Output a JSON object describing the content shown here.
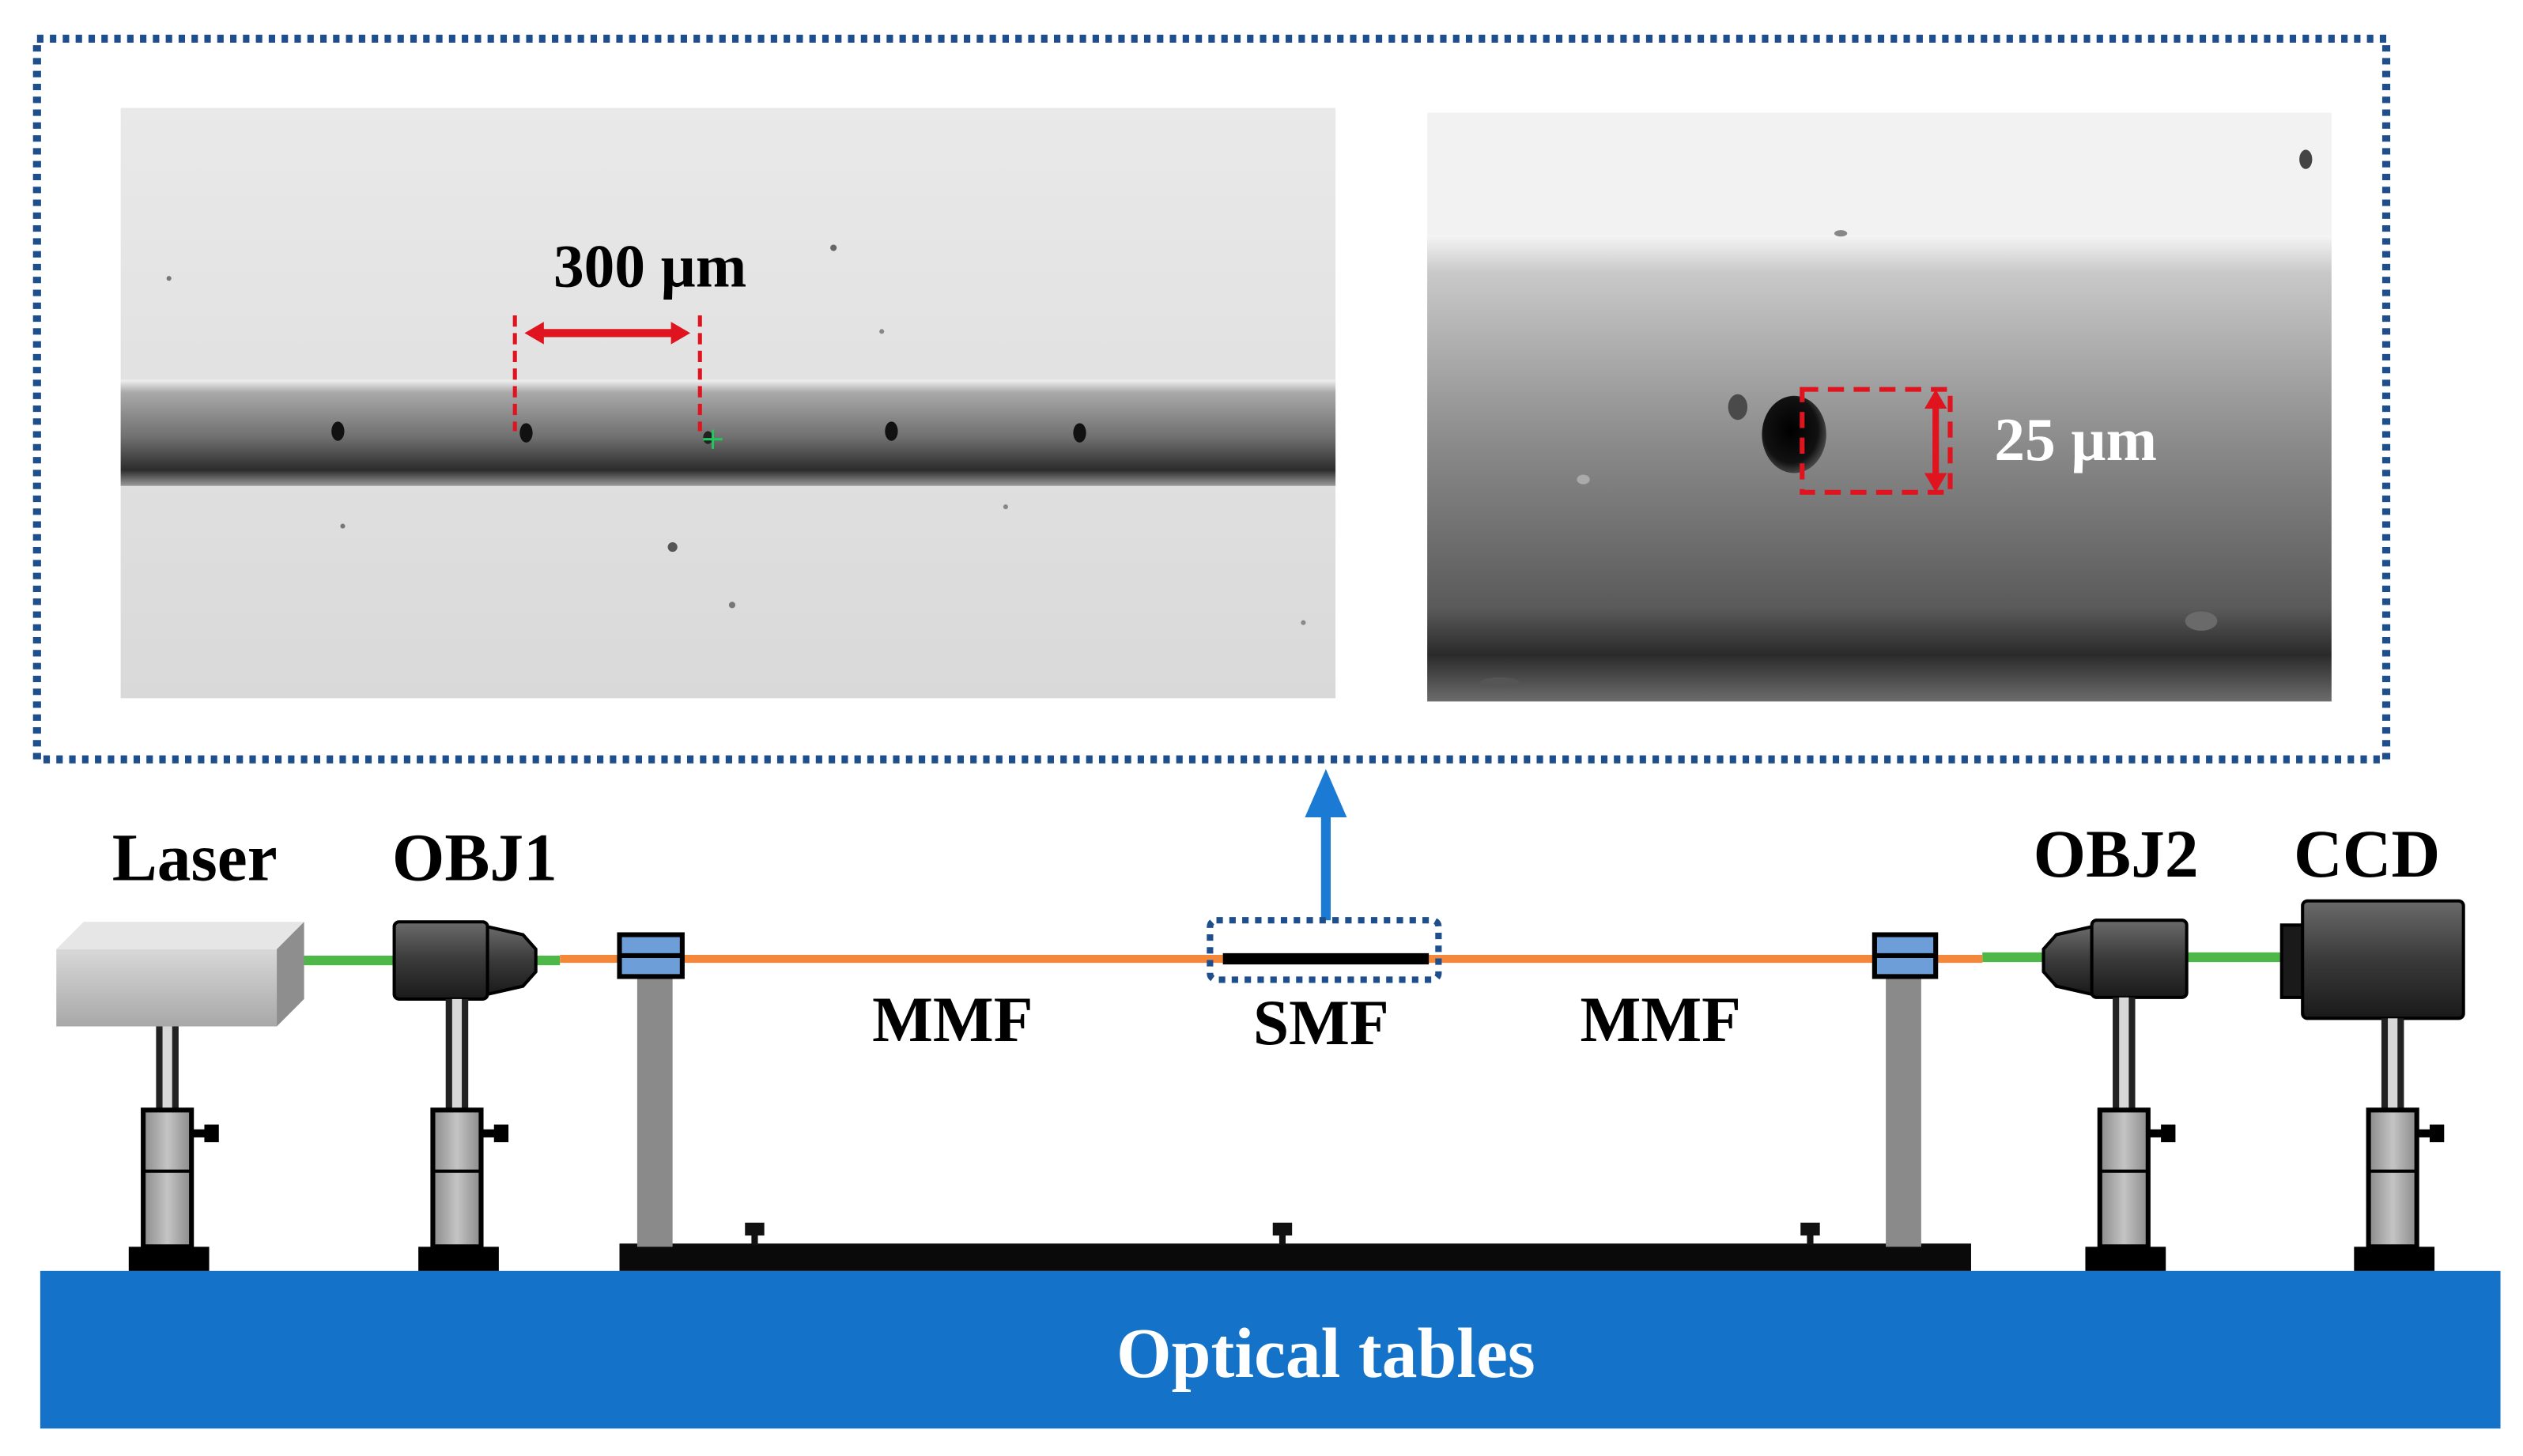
{
  "labels": {
    "laser": "Laser",
    "obj1": "OBJ1",
    "obj2": "OBJ2",
    "ccd": "CCD",
    "mmf_left": "MMF",
    "smf": "SMF",
    "mmf_right": "MMF",
    "table": "Optical tables"
  },
  "sem_images": {
    "left": {
      "scale_label": "300 µm"
    },
    "right": {
      "scale_label": "25 µm"
    }
  },
  "colors": {
    "inset_border": "#1f4e8c",
    "table_fill": "#1473c8",
    "arrow": "#1a7ad4",
    "mmf_fiber": "#f4883a",
    "free_beam": "#4db848",
    "smf_fiber": "#000000",
    "scale_markers": "#e0141e",
    "fiber_clamp": "#6e9ed8"
  }
}
